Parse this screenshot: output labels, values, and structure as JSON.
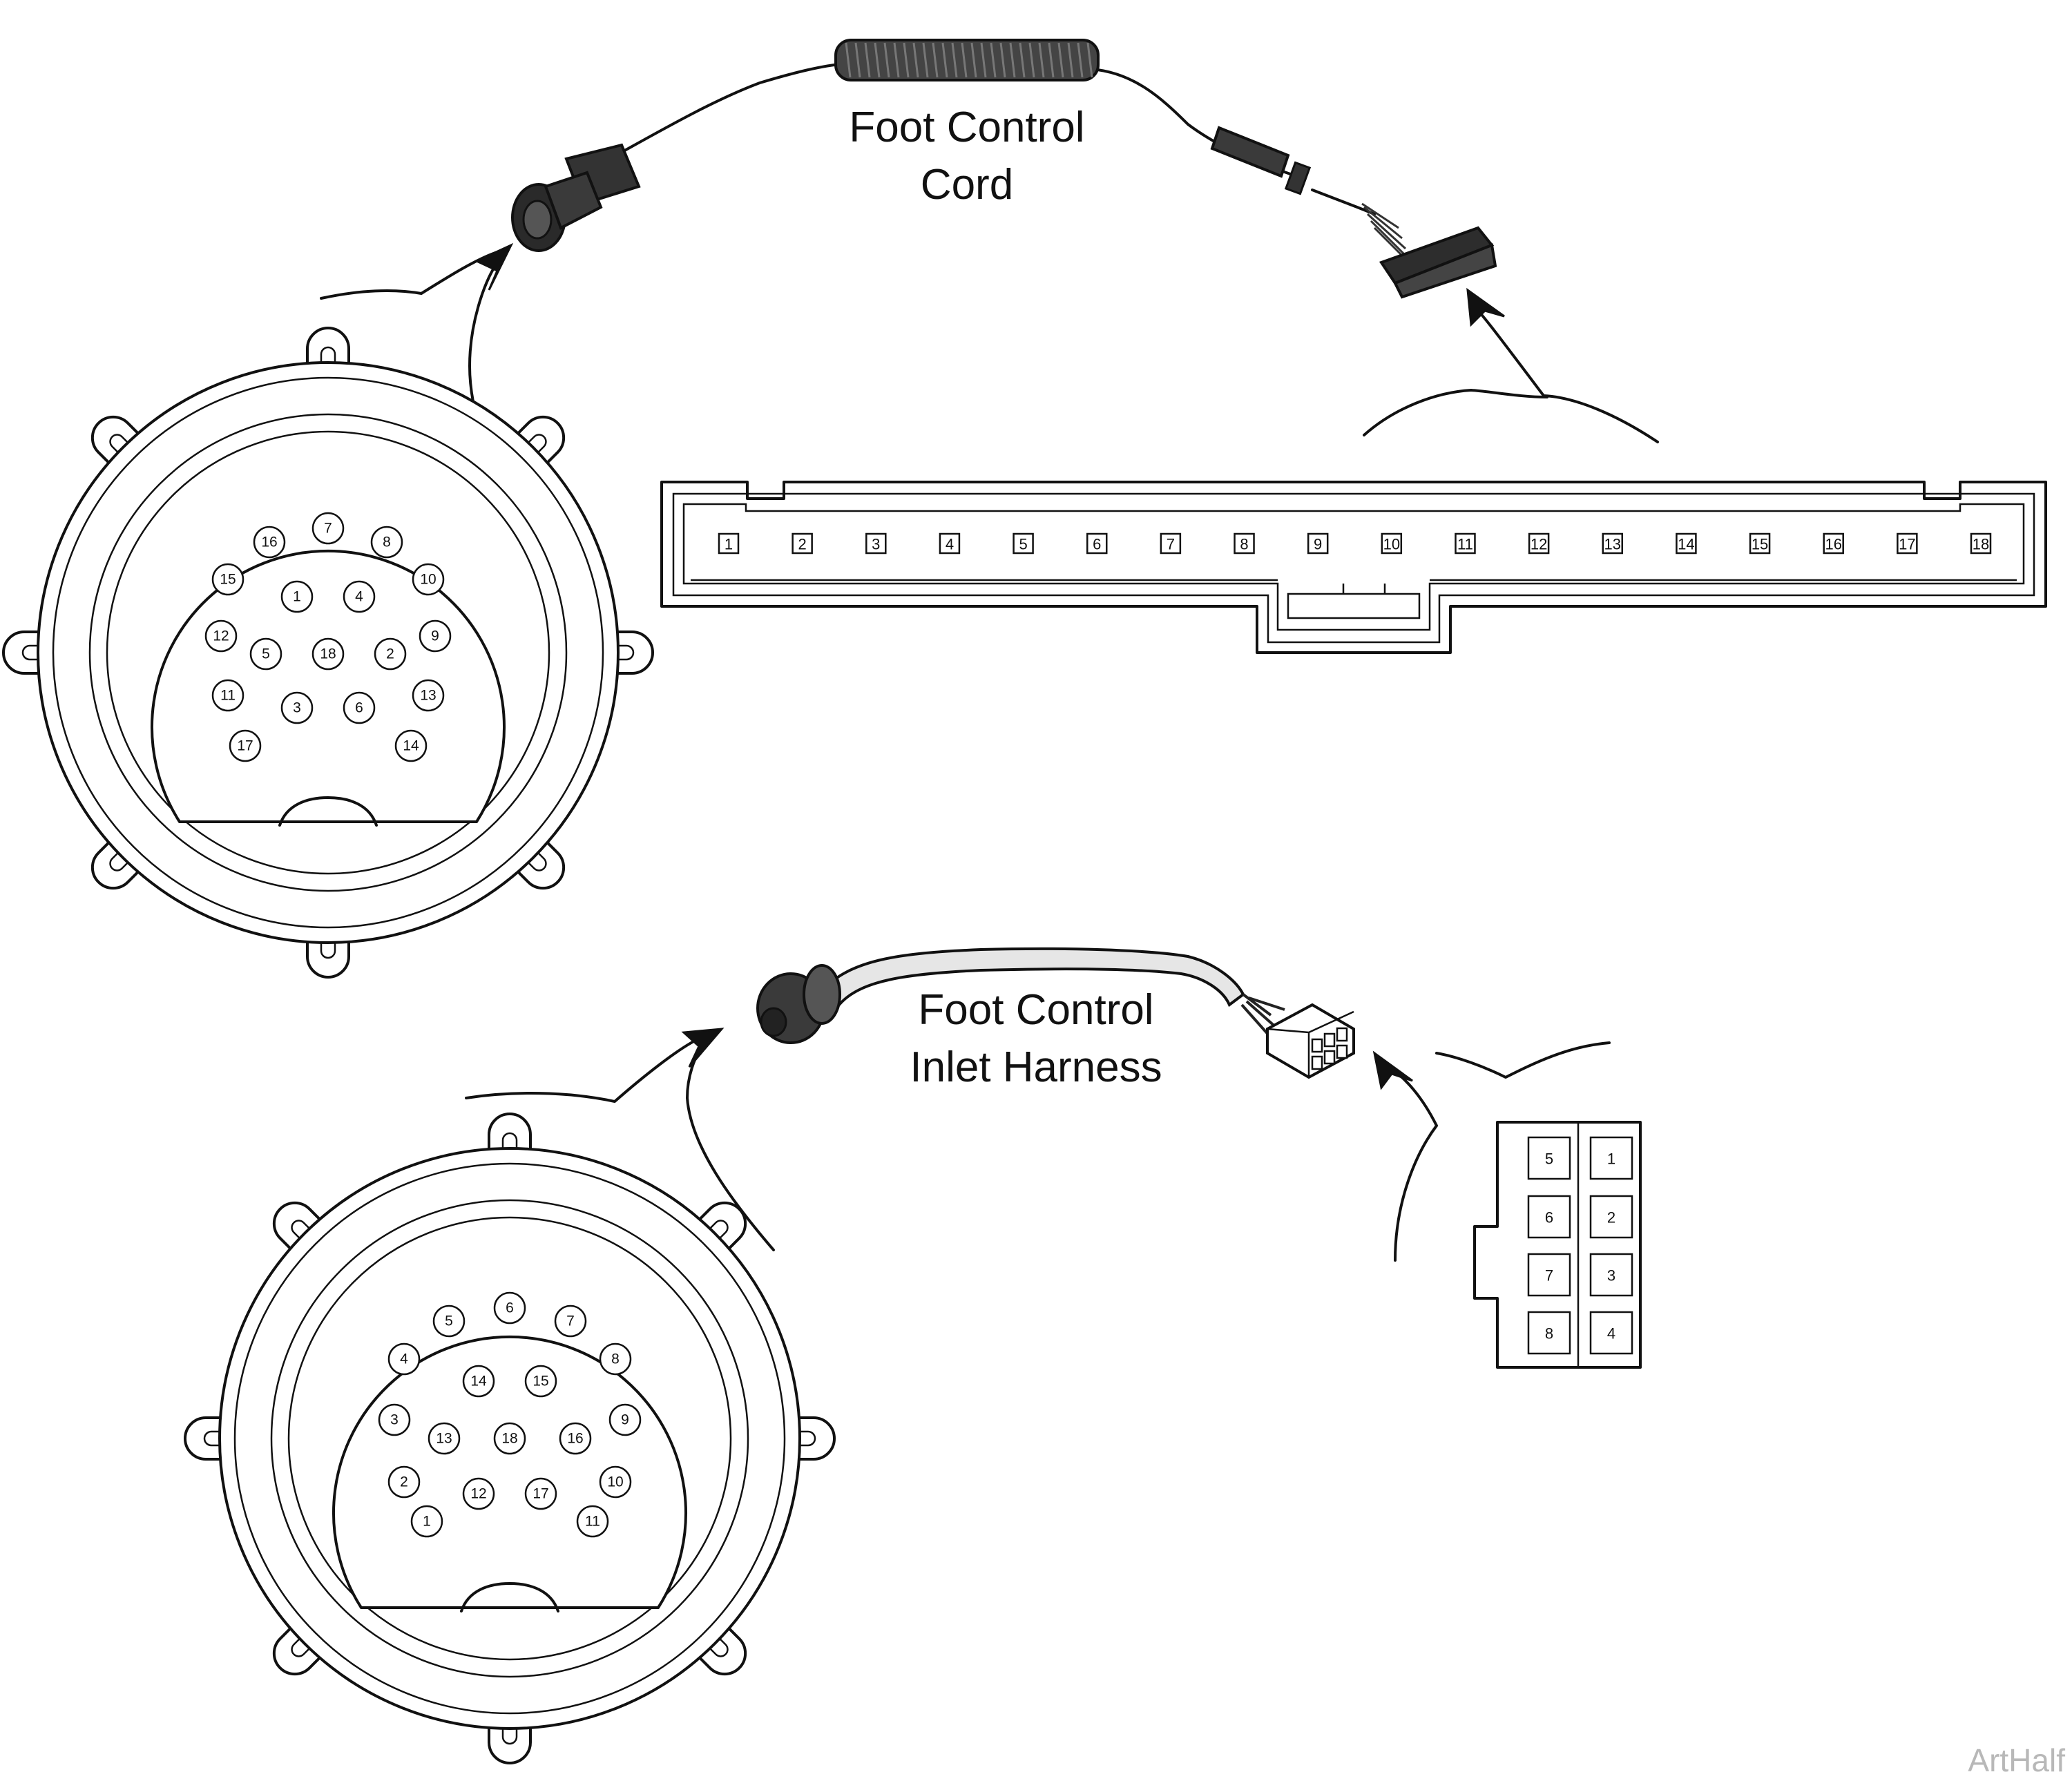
{
  "cord": {
    "label_line1": "Foot Control",
    "label_line2": "Cord",
    "round_connector_pins": [
      "1",
      "2",
      "3",
      "4",
      "5",
      "6",
      "7",
      "8",
      "9",
      "10",
      "11",
      "12",
      "13",
      "14",
      "15",
      "16",
      "17",
      "18"
    ],
    "strip_connector_pins": [
      "1",
      "2",
      "3",
      "4",
      "5",
      "6",
      "7",
      "8",
      "9",
      "10",
      "11",
      "12",
      "13",
      "14",
      "15",
      "16",
      "17",
      "18"
    ]
  },
  "harness": {
    "label_line1": "Foot Control",
    "label_line2": "Inlet Harness",
    "round_connector_pins": [
      "1",
      "2",
      "3",
      "4",
      "5",
      "6",
      "7",
      "8",
      "9",
      "10",
      "11",
      "12",
      "13",
      "14",
      "15",
      "16",
      "17",
      "18"
    ],
    "rect_connector_pins": [
      "1",
      "2",
      "3",
      "4",
      "5",
      "6",
      "7",
      "8"
    ]
  },
  "watermark": "ArtHalf"
}
